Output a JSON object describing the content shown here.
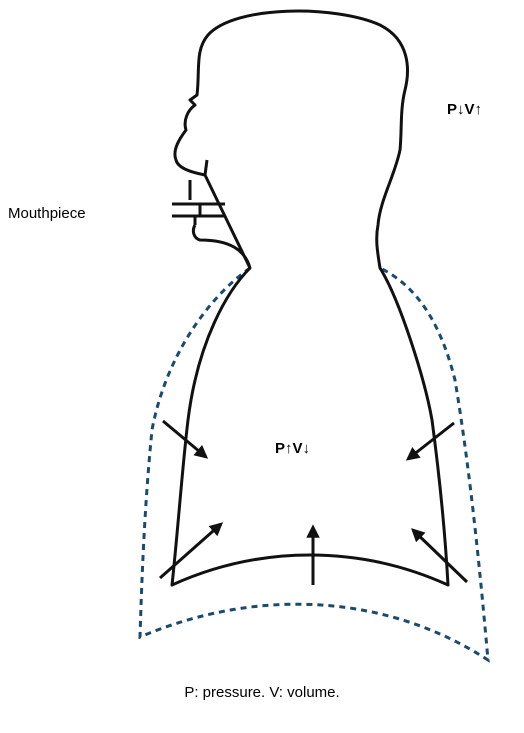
{
  "labels": {
    "mouthpiece": "Mouthpiece",
    "outside_pressure_volume": "P↓V↑",
    "inside_pressure_volume": "P↑V↓"
  },
  "caption": "P: pressure. V: volume.",
  "colors": {
    "outline": "#111111",
    "dashed_boundary": "#1a4a6e",
    "arrows": "#111111",
    "background": "#ffffff"
  },
  "icons": {
    "arrows": "arrow",
    "figure": "head-and-torso-outline"
  }
}
